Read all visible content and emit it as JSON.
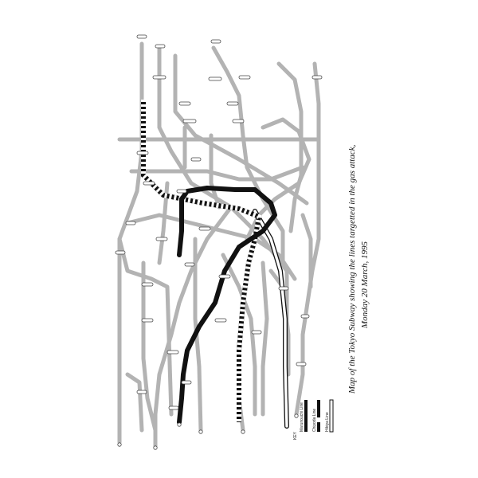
{
  "caption": {
    "line1": "Map of the Tokyo Subway showing the lines targetted in the gas attack,",
    "line2": "Monday 20 March, 1995"
  },
  "key": {
    "heading": "KEY",
    "items": [
      {
        "label": "Marunouchi Line",
        "style": "solid-black"
      },
      {
        "label": "Chiyoda Line",
        "style": "dashed-black"
      },
      {
        "label": "Hibiya Line",
        "style": "outline"
      }
    ]
  },
  "colors": {
    "network_line": "#b3b3b3",
    "target_line": "#111111",
    "background": "#ffffff"
  }
}
